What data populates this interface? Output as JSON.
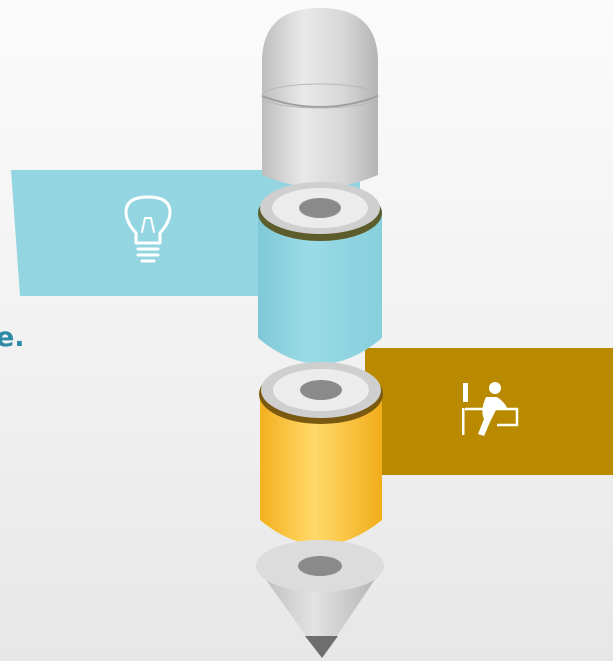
{
  "diagram": {
    "partial_text": "e.",
    "colors": {
      "accent_blue": "#8fd3df",
      "accent_gold": "#b98a00",
      "segment_yellow": "#fbc02d",
      "text": "#2e8aa7",
      "metal_gray": "#c9c9c9"
    },
    "stages": [
      {
        "name": "idea",
        "icon": "lightbulb-icon",
        "color": "#8fd3df"
      },
      {
        "name": "work",
        "icon": "person-at-desk-icon",
        "color": "#b98a00"
      }
    ]
  }
}
